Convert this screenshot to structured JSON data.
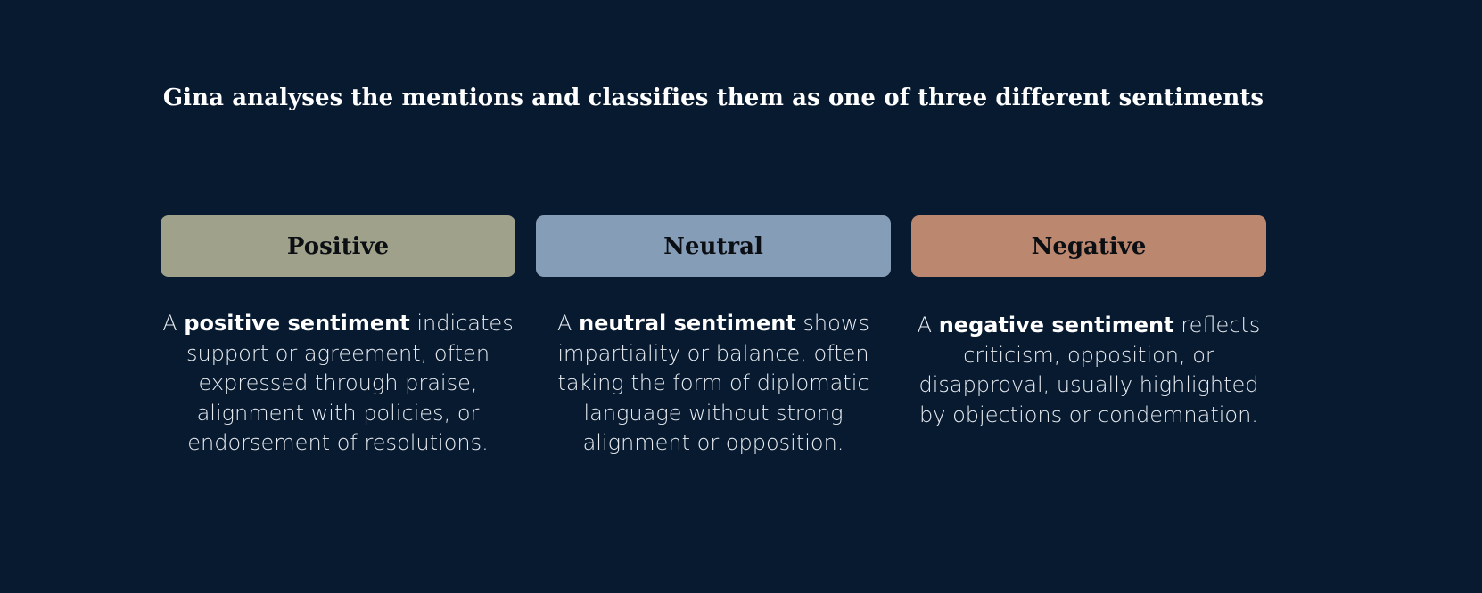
{
  "heading": "Gina analyses the mentions and classifies them as one of three different sentiments",
  "sentiments": [
    {
      "label": "Positive",
      "color": "#9fa18b",
      "desc_prefix": "A ",
      "desc_bold": "positive sentiment",
      "desc_rest": " indicates support or agreement, often expressed through praise, alignment with policies, or endorsement of resolutions."
    },
    {
      "label": "Neutral",
      "color": "#869db7",
      "desc_prefix": "A ",
      "desc_bold": "neutral sentiment",
      "desc_rest": " shows impartiality or balance, often taking the form of diplomatic language without strong alignment or opposition."
    },
    {
      "label": "Negative",
      "color": "#bb876f",
      "desc_prefix": "A ",
      "desc_bold": "negative sentiment",
      "desc_rest": " reflects criticism, opposition, or disapproval, usually highlighted by objections or condemnation."
    }
  ]
}
